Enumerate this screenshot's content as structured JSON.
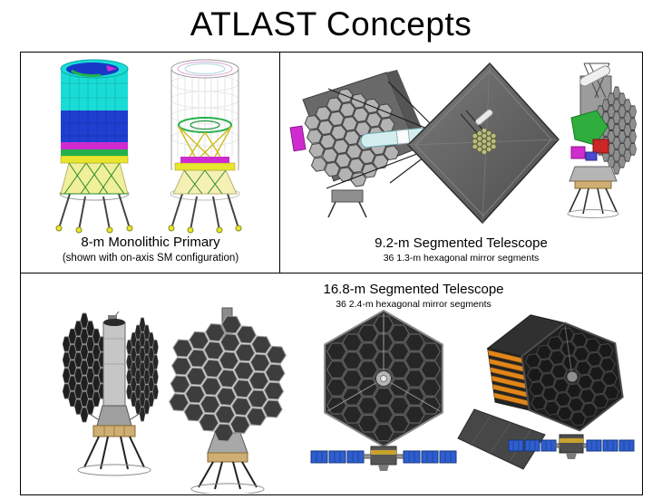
{
  "title": "ATLAST Concepts",
  "panels": {
    "monolithic_8m": {
      "caption": "8-m Monolithic Primary",
      "subcaption": "(shown with on-axis SM configuration)",
      "renders": [
        "8m-solid-model",
        "8m-wireframe-model"
      ]
    },
    "segmented_9_2m": {
      "caption": "9.2-m Segmented Telescope",
      "subcaption": "36 1.3-m hexagonal mirror segments",
      "renders": [
        "9-2m-front-view",
        "9-2m-sunshield-view",
        "9-2m-rear-view"
      ]
    },
    "segmented_16_8m": {
      "caption": "16.8-m Segmented Telescope",
      "subcaption": "36 2.4-m hexagonal mirror segments",
      "renders": [
        "16-8m-side-view",
        "16-8m-mirror-front-view",
        "16-8m-solar-array-view",
        "16-8m-sunshade-view"
      ]
    }
  },
  "palette": {
    "cyan": "#19dcd6",
    "blue": "#1e3fd0",
    "magenta": "#cf2bcf",
    "green": "#22b14c",
    "yellow": "#e6e62e",
    "sunshield_gray": "#606060",
    "mirror_dark": "#2e2e2e",
    "membrane_orange": "#e0861a",
    "solar_blue": "#2e5ed0",
    "gold": "#cfae74"
  }
}
